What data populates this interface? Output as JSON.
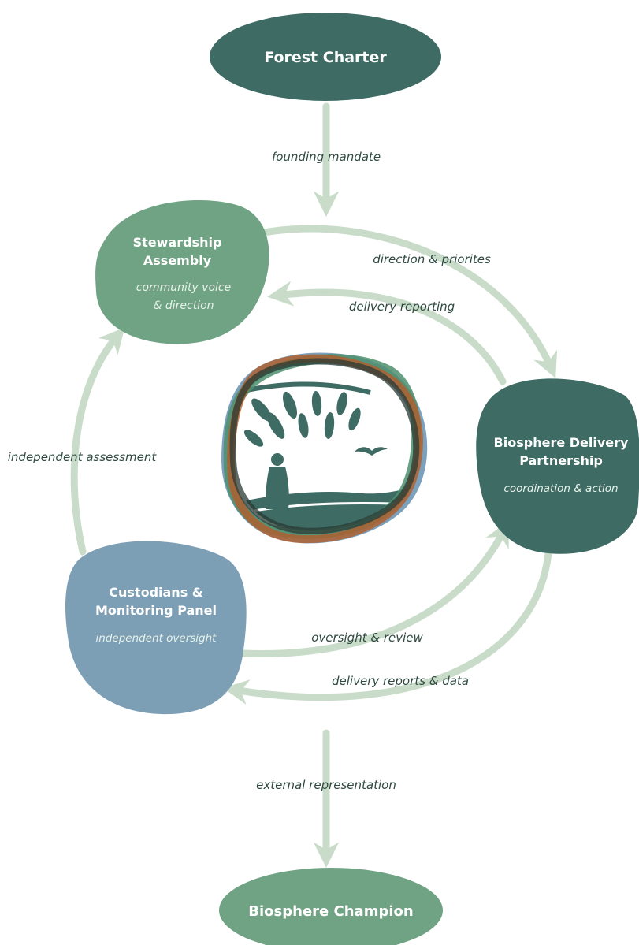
{
  "nodes": {
    "forest_charter": {
      "title": "Forest Charter"
    },
    "stewardship_assembly": {
      "title_line1": "Stewardship",
      "title_line2": "Assembly",
      "subtitle_line1": "community voice",
      "subtitle_line2": "& direction"
    },
    "biosphere_delivery": {
      "title_line1": "Biosphere Delivery",
      "title_line2": "Partnership",
      "subtitle": "coordination & action"
    },
    "custodians_panel": {
      "title_line1": "Custodians &",
      "title_line2": "Monitoring Panel",
      "subtitle": "independent oversight"
    },
    "biosphere_champion": {
      "title": "Biosphere Champion"
    }
  },
  "edges": {
    "founding_mandate": "founding mandate",
    "direction_priorities": "direction & priorites",
    "delivery_reporting": "delivery reporting",
    "independent_assessment": "independent assessment",
    "oversight_review": "oversight & review",
    "delivery_reports_data": "delivery reports & data",
    "external_representation": "external representation"
  },
  "colors": {
    "dark_teal": "#3e6b63",
    "mid_green": "#6fa383",
    "steel_blue": "#7c9fb6",
    "arrow_green": "#c9dcc9",
    "label_text": "#2f4a42",
    "sub_text_light": "#e8f2ea",
    "logo_green": "#4e8f6e",
    "logo_blue": "#6d97b6",
    "logo_orange": "#b35e2a",
    "logo_dark": "#2a3a34",
    "logo_teal": "#3e6b63"
  },
  "logo": {
    "icon": "forest-figure-bird-emblem"
  }
}
